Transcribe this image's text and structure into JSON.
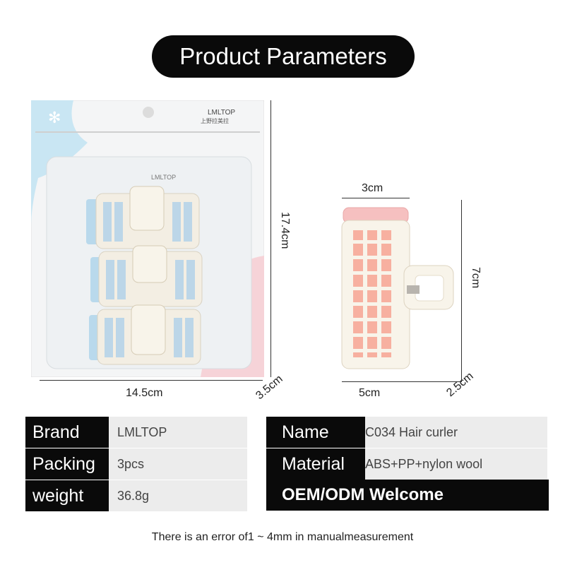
{
  "title": "Product Parameters",
  "package": {
    "brand_print": "LMLTOP",
    "brand_sub": "上野拉美拉",
    "inner_brand": "LMLTOP",
    "width": "14.5cm",
    "height": "17.4cm",
    "depth": "3.5cm"
  },
  "curler": {
    "diameter": "3cm",
    "length": "7cm",
    "width": "5cm",
    "depth": "2.5cm"
  },
  "specs_left": [
    {
      "key": "Brand",
      "value": "LMLTOP"
    },
    {
      "key": "Packing",
      "value": "3pcs"
    },
    {
      "key": "weight",
      "value": "36.8g"
    }
  ],
  "specs_right": [
    {
      "key": "Name",
      "value": "C034 Hair curler"
    },
    {
      "key": "Material",
      "value": "ABS+PP+nylon wool"
    }
  ],
  "oem": "OEM/ODM Welcome",
  "note": "There is an error of1 ~ 4mm in manualmeasurement",
  "colors": {
    "accent": "#0a0a0a",
    "pkg_blue": "#c9e6f3",
    "pkg_pink": "#f6d3d8",
    "curler_pink": "#f7b0a0"
  }
}
